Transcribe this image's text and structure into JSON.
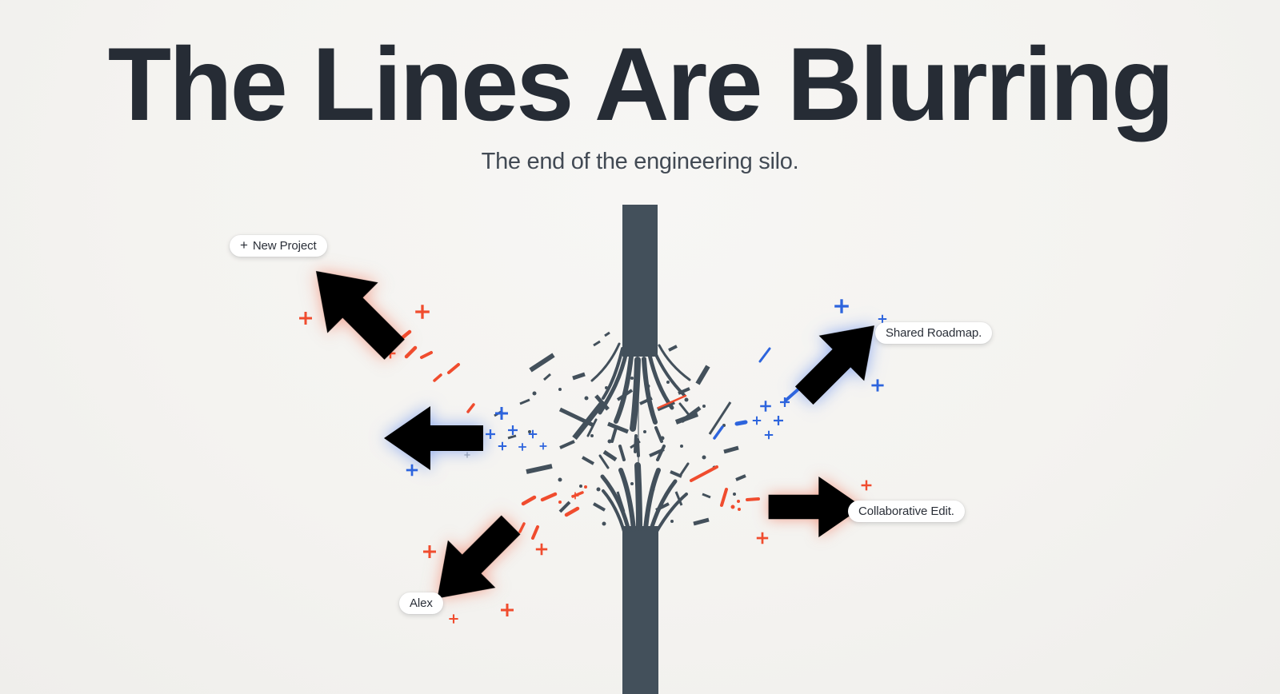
{
  "page": {
    "title": "The Lines Are Blurring",
    "subtitle": "The end of the engineering silo."
  },
  "labels": {
    "new_project": {
      "icon": "+",
      "text": "New Project"
    },
    "shared_roadmap": {
      "text": "Shared Roadmap."
    },
    "collaborative_edit": {
      "text": "Collaborative Edit."
    },
    "alex": {
      "text": "Alex"
    }
  },
  "cursors": [
    {
      "name": "new-project-cursor",
      "color": "red",
      "direction": "up-left"
    },
    {
      "name": "left-cursor",
      "color": "blue",
      "direction": "left"
    },
    {
      "name": "shared-roadmap-cursor",
      "color": "blue",
      "direction": "up-right"
    },
    {
      "name": "collaborative-edit-cursor",
      "color": "red",
      "direction": "right"
    },
    {
      "name": "alex-cursor",
      "color": "red",
      "direction": "down-left"
    }
  ],
  "colors": {
    "background": "#f4f3f0",
    "title_text": "#262c35",
    "subtitle_text": "#424a54",
    "pillar": "#43505b",
    "cursor_red": "#f04c2e",
    "cursor_red_outline": "#8c2a13",
    "cursor_blue": "#2d64dd",
    "cursor_blue_outline": "#1a3f9c",
    "label_pill_bg": "#ffffff",
    "label_pill_text": "#2a2f38"
  }
}
